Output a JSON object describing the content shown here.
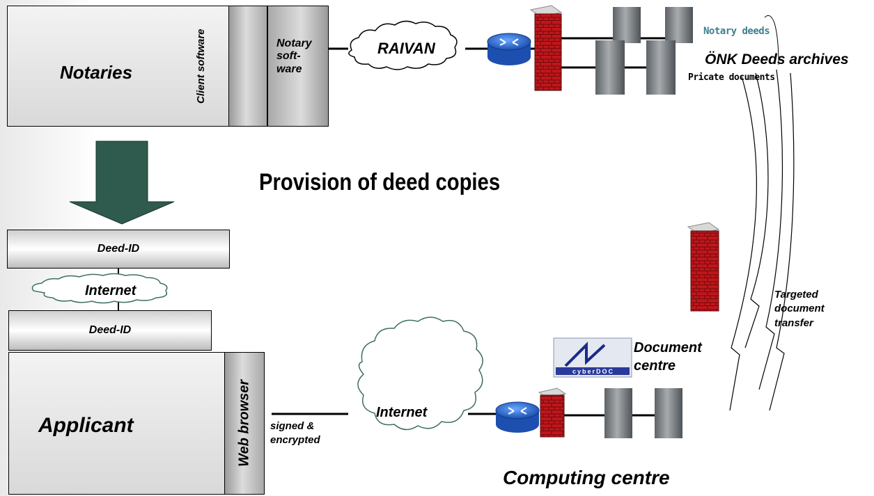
{
  "notaries": {
    "label": "Notaries",
    "client_software": "Client software",
    "notary_software": "Notary soft-ware"
  },
  "network": {
    "raivan": "RAIVAN",
    "internet_top": "Internet",
    "internet_bottom": "Internet"
  },
  "archives": {
    "notary_deeds": "Notary deeds",
    "title": "ÖNK Deeds archives",
    "private_documents": "Pricate documents"
  },
  "title": "Provision of deed copies",
  "deed_id_top": "Deed-ID",
  "deed_id_bottom": "Deed-ID",
  "applicant": {
    "label": "Applicant",
    "web_browser": "Web browser"
  },
  "connection_label": "signed & encrypted",
  "document_centre": {
    "label": "Document centre",
    "logo_text": "cyberDOC"
  },
  "transfer_label": "Targeted document transfer",
  "computing_centre": "Computing centre",
  "colors": {
    "firewall_red": "#c0161b",
    "router_blue": "#2a6fd6",
    "server_gray": "#7b8084",
    "archive_text": "#3f7f8f"
  }
}
